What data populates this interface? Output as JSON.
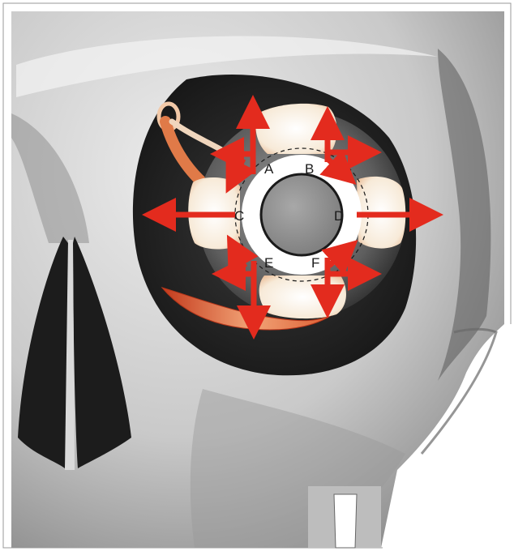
{
  "diagram": {
    "labels": {
      "a": "A",
      "b": "B",
      "c": "C",
      "d": "D",
      "e": "E",
      "f": "F"
    },
    "colors": {
      "arrow": "#e32b1e",
      "muscle": "#d9552a",
      "muscle_highlight": "#f2a477",
      "tendon": "#f7ead8",
      "iris": "#8f8f8f",
      "orbit": "#2b2b2b",
      "bone": "#cfcfcf",
      "eyeball": "#5e5e5e"
    }
  }
}
